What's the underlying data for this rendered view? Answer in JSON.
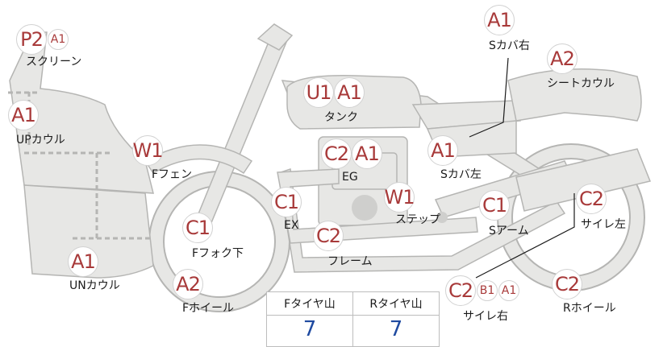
{
  "parts": {
    "screen": {
      "label": "スクリーン",
      "grades": [
        "P2",
        "A1"
      ]
    },
    "s_cover_r": {
      "label": "Sカバ右",
      "grades": [
        "A1"
      ]
    },
    "seat_cowl": {
      "label": "シートカウル",
      "grades": [
        "A2"
      ]
    },
    "tank": {
      "label": "タンク",
      "grades": [
        "U1",
        "A1"
      ]
    },
    "up_cowl": {
      "label": "UPカウル",
      "grades": [
        "A1"
      ]
    },
    "f_fender": {
      "label": "Fフェン",
      "grades": [
        "W1"
      ]
    },
    "engine": {
      "label": "EG",
      "grades": [
        "C2",
        "A1"
      ]
    },
    "s_cover_l": {
      "label": "Sカバ左",
      "grades": [
        "A1"
      ]
    },
    "exhaust": {
      "label": "EX",
      "grades": [
        "C1"
      ]
    },
    "step": {
      "label": "ステップ",
      "grades": [
        "W1"
      ]
    },
    "s_arm": {
      "label": "Sアーム",
      "grades": [
        "C1"
      ]
    },
    "silencer_l": {
      "label": "サイレ左",
      "grades": [
        "C2"
      ]
    },
    "f_fork_lower": {
      "label": "Fフォク下",
      "grades": [
        "C1"
      ]
    },
    "frame": {
      "label": "フレーム",
      "grades": [
        "C2"
      ]
    },
    "un_cowl": {
      "label": "UNカウル",
      "grades": [
        "A1"
      ]
    },
    "f_wheel": {
      "label": "Fホイール",
      "grades": [
        "A2"
      ]
    },
    "silencer_r": {
      "label": "サイレ右",
      "grades": [
        "C2",
        "B1",
        "A1"
      ]
    },
    "r_wheel": {
      "label": "Rホイール",
      "grades": [
        "C2"
      ]
    }
  },
  "tread": {
    "front_header": "Fタイヤ山",
    "rear_header": "Rタイヤ山",
    "front_value": "7",
    "rear_value": "7"
  },
  "colors": {
    "part_fill": "#e7e7e5",
    "part_stroke": "#b5b5b3",
    "grade_text": "#a83a3a",
    "tread_value": "#1f4aa0"
  }
}
